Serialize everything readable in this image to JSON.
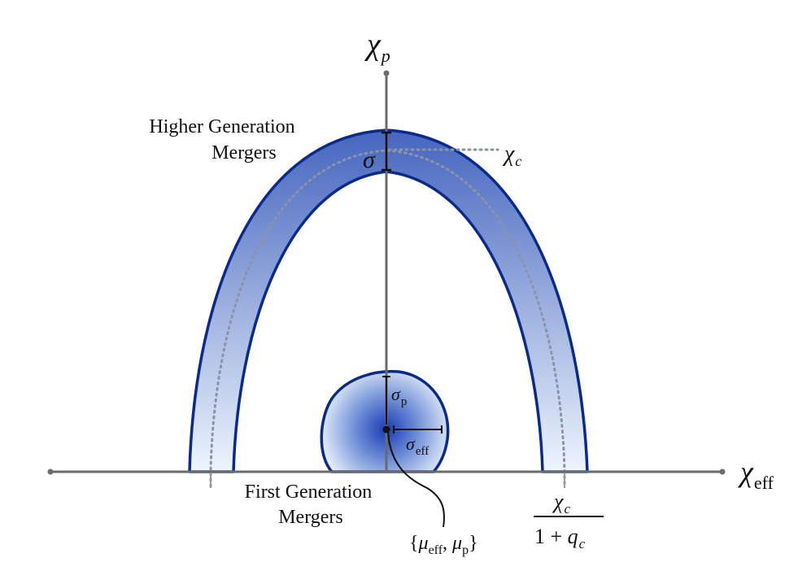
{
  "axes": {
    "y_label_main": "χ",
    "y_label_sub": "p",
    "x_label_main": "χ",
    "x_label_sub": "eff"
  },
  "labels": {
    "higher_line1": "Higher Generation",
    "higher_line2": "Mergers",
    "first_line1": "First Generation",
    "first_line2": "Mergers"
  },
  "annotations": {
    "sigma": "σ",
    "chi_c_main": "χ",
    "chi_c_sub": "c",
    "sigma_p_main": "σ",
    "sigma_p_sub": "p",
    "sigma_eff_main": "σ",
    "sigma_eff_sub": "eff",
    "mu_open": "{",
    "mu_eff_main": "μ",
    "mu_eff_sub": "eff",
    "mu_comma": ", ",
    "mu_p_main": "μ",
    "mu_p_sub": "p",
    "mu_close": "}",
    "frac_num_main": "χ",
    "frac_num_sub": "c",
    "frac_den_prefix": "1 + ",
    "frac_den_main": "q",
    "frac_den_sub": "c"
  },
  "colors": {
    "outline": "#0a2a8c",
    "fill_dark": "#4565bf",
    "fill_light": "#eef5fd",
    "center_dark": "#1a3ab5",
    "axis": "#6b6b6b",
    "dotted": "#8a94a8"
  }
}
